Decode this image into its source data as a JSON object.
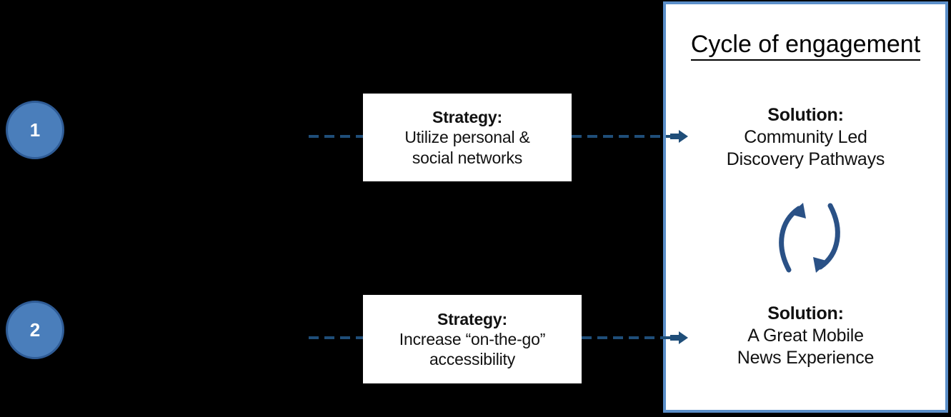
{
  "theme": {
    "background": "#000000",
    "circle_fill": "#4a7ebb",
    "circle_border": "#2f5c96",
    "panel_border": "#5b8fc9",
    "panel_fill": "#ffffff",
    "connector": "#1f4e79",
    "cycle_arrow": "#2a5186",
    "box_fill": "#ffffff",
    "text": "#111111"
  },
  "steps": [
    {
      "number": "1"
    },
    {
      "number": "2"
    }
  ],
  "strategies": [
    {
      "heading": "Strategy:",
      "line1": "Utilize personal &",
      "line2": "social networks"
    },
    {
      "heading": "Strategy:",
      "line1": "Increase “on-the-go”",
      "line2": "accessibility"
    }
  ],
  "panel": {
    "title": "Cycle of engagement",
    "solutions": [
      {
        "heading": "Solution:",
        "line1": "Community Led",
        "line2": "Discovery Pathways"
      },
      {
        "heading": "Solution:",
        "line1": "A Great Mobile",
        "line2": "News Experience"
      }
    ],
    "cycle_icon": "cycle-two-arrows"
  }
}
